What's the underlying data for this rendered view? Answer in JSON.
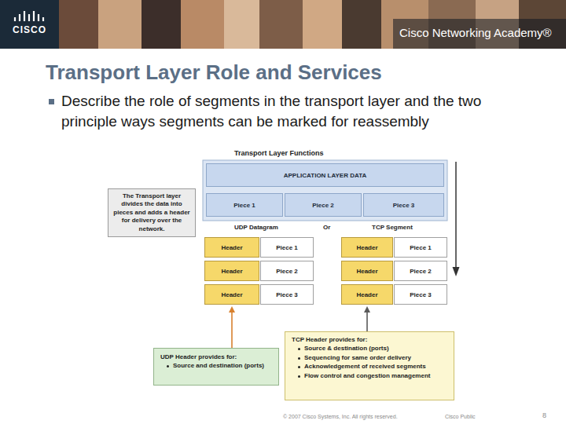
{
  "diagram": {
    "title": "Transport Layer Role and Services",
    "nodes": [
      {
        "text": [
          "APPLICATION LAYER DATA"
        ]
      },
      {
        "text": [
          "Piece 1"
        ]
      },
      {
        "text": [
          "Piece 2"
        ]
      },
      {
        "text": [
          "Piece 3"
        ]
      },
      {
        "text": [
          "The Transport layer divides the data into pieces and adds a header for delivery over the network."
        ]
      },
      {
        "text": [
          "Header"
        ]
      },
      {
        "text": [
          "Piece 1"
        ]
      },
      {
        "text": [
          "Header"
        ]
      },
      {
        "text": [
          "Piece 2"
        ]
      },
      {
        "text": [
          "Header"
        ]
      },
      {
        "text": [
          "Piece 3"
        ]
      },
      {
        "text": [
          "Header"
        ]
      },
      {
        "text": [
          "Piece 1"
        ]
      },
      {
        "text": [
          "Header"
        ]
      },
      {
        "text": [
          "Piece 2"
        ]
      },
      {
        "text": [
          "Header"
        ]
      },
      {
        "text": [
          "Piece 3"
        ]
      },
      {
        "text": [
          "UDP Header provides for:",
          "Source and destination (ports)"
        ]
      },
      {
        "text": [
          "TCP Header provides for:",
          "Source & destination (ports)",
          "Sequencing for same order delivery",
          "Acknowledgement of received segments",
          "Flow control and congestion management"
        ]
      }
    ],
    "edges": [
      {
        "from": 17,
        "to": 9,
        "arrow": "to"
      },
      {
        "from": 18,
        "to": 15,
        "arrow": "to"
      }
    ],
    "labels": [
      "CISCO",
      "Cisco Networking Academy®",
      "Describe the role of segments in the transport layer and the two principle ways segments can be marked for reassembly",
      "Transport Layer Functions",
      "UDP Datagram",
      "Or",
      "TCP Segment",
      "© 2007 Cisco Systems, Inc. All rights reserved.",
      "Cisco Public",
      "8"
    ]
  }
}
